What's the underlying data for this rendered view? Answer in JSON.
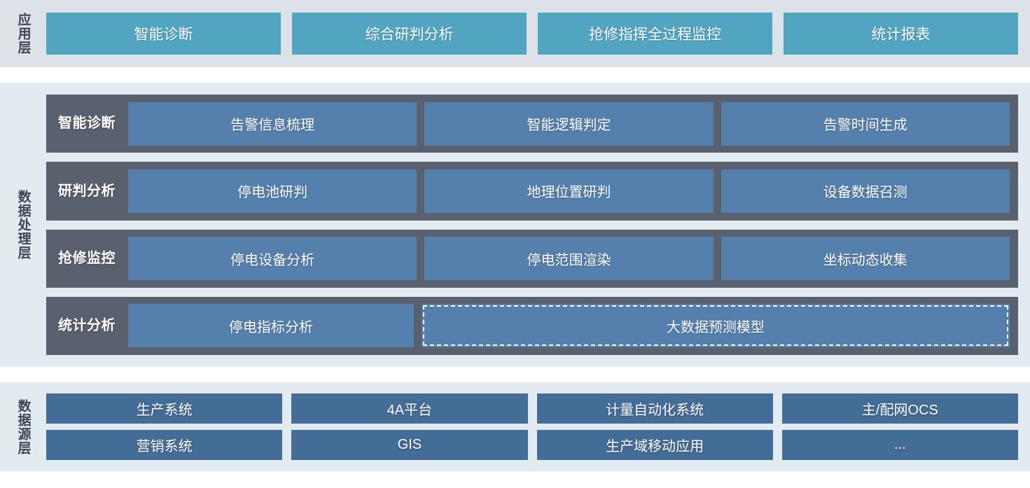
{
  "diagram": {
    "colors": {
      "app_box": "#52a5c1",
      "process_band": "#5a616e",
      "process_box": "#5580ad",
      "source_box": "#436c96",
      "app_layer_bg": "#dce2e8",
      "panel_bg": "#e2ebf0",
      "page_bg": "#ffffff",
      "label_text": "#3e4653",
      "box_text": "#ffffff"
    }
  },
  "app_layer": {
    "label": "应用层",
    "boxes": [
      {
        "label": "智能诊断"
      },
      {
        "label": "综合研判分析"
      },
      {
        "label": "抢修指挥全过程监控"
      },
      {
        "label": "统计报表"
      }
    ]
  },
  "process_layer": {
    "label": "数据处理层",
    "rows": [
      {
        "label": "智能诊断",
        "cells": [
          {
            "label": "告警信息梳理",
            "dashed": false,
            "wide": false
          },
          {
            "label": "智能逻辑判定",
            "dashed": false,
            "wide": false
          },
          {
            "label": "告警时间生成",
            "dashed": false,
            "wide": false
          }
        ]
      },
      {
        "label": "研判分析",
        "cells": [
          {
            "label": "停电池研判",
            "dashed": false,
            "wide": false
          },
          {
            "label": "地理位置研判",
            "dashed": false,
            "wide": false
          },
          {
            "label": "设备数据召测",
            "dashed": false,
            "wide": false
          }
        ]
      },
      {
        "label": "抢修监控",
        "cells": [
          {
            "label": "停电设备分析",
            "dashed": false,
            "wide": false
          },
          {
            "label": "停电范围渲染",
            "dashed": false,
            "wide": false
          },
          {
            "label": "坐标动态收集",
            "dashed": false,
            "wide": false
          }
        ]
      },
      {
        "label": "统计分析",
        "cells": [
          {
            "label": "停电指标分析",
            "dashed": false,
            "wide": false
          },
          {
            "label": "大数据预测模型",
            "dashed": true,
            "wide": true
          }
        ]
      }
    ]
  },
  "source_layer": {
    "label": "数据源层",
    "rows": [
      [
        {
          "label": "生产系统"
        },
        {
          "label": "4A平台"
        },
        {
          "label": "计量自动化系统"
        },
        {
          "label": "主/配网OCS"
        }
      ],
      [
        {
          "label": "营销系统"
        },
        {
          "label": "GIS"
        },
        {
          "label": "生产域移动应用"
        },
        {
          "label": "..."
        }
      ]
    ]
  }
}
